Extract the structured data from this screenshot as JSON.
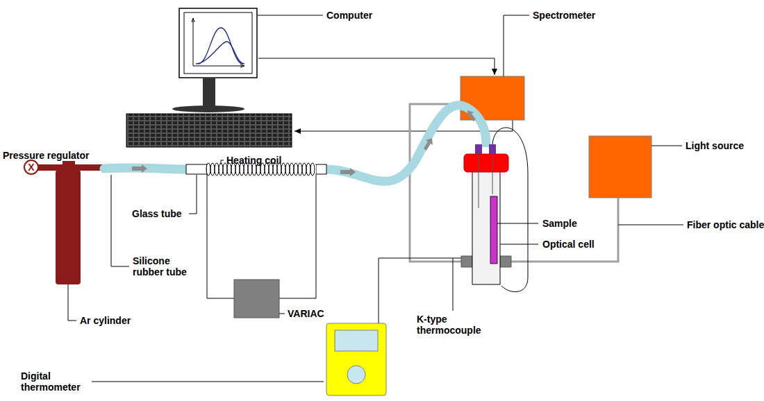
{
  "diagram": {
    "nodes": [
      {
        "text": [
          "X"
        ]
      }
    ],
    "labels": [
      "Computer",
      "Spectrometer",
      "Light source",
      "Pressure regulator",
      "Heating coil",
      "Glass tube",
      "Sample",
      "Fiber optic cable",
      "Optical cell",
      "Silicone rubber tube",
      "VARIAC",
      "Ar cylinder",
      "K-type thermocouple",
      "Digital thermometer"
    ]
  }
}
